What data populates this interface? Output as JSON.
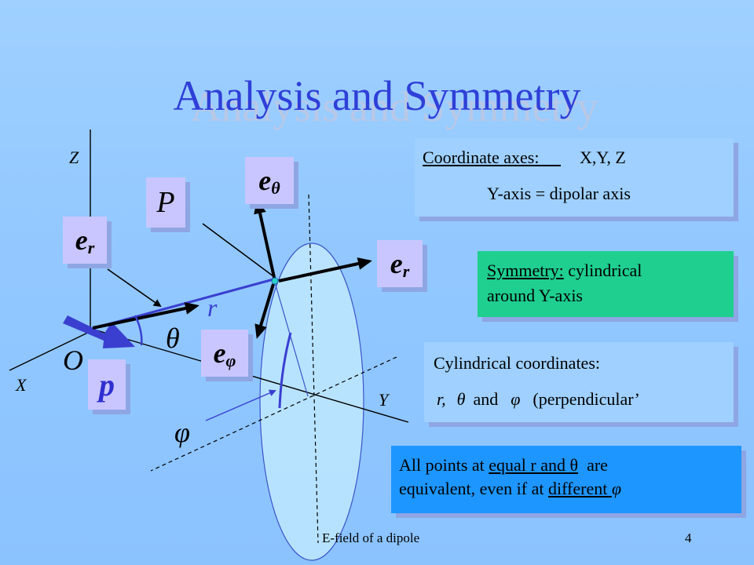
{
  "slide": {
    "title": "Analysis and Symmetry",
    "footer_text": "E-field of a dipole",
    "page_number": "4"
  },
  "axes": {
    "z": "Z",
    "x": "X",
    "y": "Y",
    "origin": "O"
  },
  "symbols": {
    "r": "r",
    "theta": "θ",
    "phi": "φ",
    "P": "P",
    "p": "p",
    "e": "e",
    "sub_r": "r",
    "sub_theta": "θ",
    "sub_phi": "φ"
  },
  "boxes": {
    "coordinate": {
      "label": "Coordinate axes:",
      "spacer": "     ",
      "value": "X,Y, Z",
      "line2": "Y-axis = dipolar axis"
    },
    "symmetry": {
      "label": "Symmetry:",
      "value": " cylindrical",
      "line2": "around Y-axis"
    },
    "cylindrical": {
      "line1": "Cylindrical coordinates:",
      "r": "r,",
      "theta": "θ",
      "and": "and",
      "phi": "φ",
      "rest": "(perpendicular’"
    },
    "equal": {
      "t1": "All points at ",
      "u1": "equal r and θ",
      "t2": "  are",
      "t3": "equivalent, even if at ",
      "u2": "different ",
      "phi": "φ"
    }
  },
  "colors": {
    "title": "#2f3fd8",
    "card": "#c9c6ff",
    "coordinate_box": "#9fd0ff",
    "symmetry_box": "#1fcf8f",
    "cylindrical_box": "#9fd0ff",
    "equal_box": "#1e96ff",
    "dipole": "#3a3fd0"
  }
}
